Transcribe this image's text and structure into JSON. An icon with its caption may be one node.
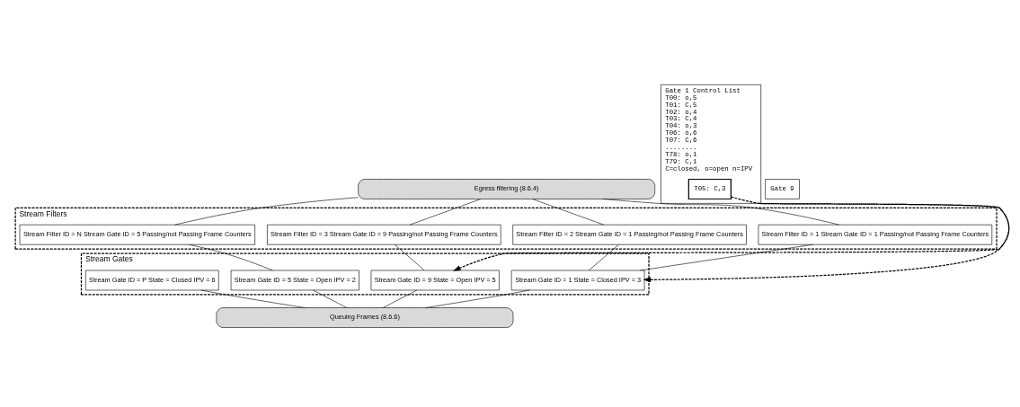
{
  "diagram": {
    "nodes": [
      {
        "text": [
          "Egress filtering (8.6.4)"
        ]
      },
      {
        "text": [
          "Stream Filters"
        ]
      },
      {
        "text": [
          "Stream Filter ID = 1 Stream Gate ID = 1 Passing/not Passing Frame Counters"
        ],
        "in": 1
      },
      {
        "text": [
          "Stream Filter ID = 2 Stream Gate ID = 1 Passing/not Passing Frame Counters"
        ],
        "in": 1
      },
      {
        "text": [
          "Stream Filter ID = 3 Stream Gate ID = 9 Passing/not Passing Frame Counters"
        ],
        "in": 1
      },
      {
        "text": [
          "Stream Filter ID = N Stream Gate ID = 5 Passing/not Passing Frame Counters"
        ],
        "in": 1
      },
      {
        "text": [
          "Stream Gates"
        ]
      },
      {
        "text": [
          "Stream Gate ID = 1 State = Closed IPV = 3"
        ],
        "in": 6
      },
      {
        "text": [
          "Stream Gate ID = 5 State = Open IPV = 2"
        ],
        "in": 6
      },
      {
        "text": [
          "Stream Gate ID = 9 State = Open IPV = 5"
        ],
        "in": 6
      },
      {
        "text": [
          "Stream Gate ID = P State = Closed IPV = 6"
        ],
        "in": 6
      },
      {
        "text": [
          "Queuing Frames (8.6.6)"
        ]
      },
      {
        "text": [
          "Gate 9"
        ]
      },
      {
        "text": [
          "Gate 1 Control List",
          "T00: o,5",
          "T01: C,5",
          "T02: o,4",
          "T03: C,4",
          "T04: o,3",
          "T06: o,6",
          "T07: C,6",
          "........",
          "T78: o,1",
          "T79: C,1",
          "C=closed, o=open n=IPV"
        ]
      },
      {
        "text": [
          "T05: C,3"
        ],
        "in": 13
      }
    ],
    "edges": [
      {
        "from": 0,
        "to": 2,
        "arrow": "none"
      },
      {
        "from": 0,
        "to": 3,
        "arrow": "none"
      },
      {
        "from": 0,
        "to": 4,
        "arrow": "none"
      },
      {
        "from": 0,
        "to": 5,
        "arrow": "none"
      },
      {
        "from": 2,
        "to": 7,
        "arrow": "none"
      },
      {
        "from": 3,
        "to": 7,
        "arrow": "none"
      },
      {
        "from": 4,
        "to": 9,
        "arrow": "none"
      },
      {
        "from": 5,
        "to": 8,
        "arrow": "none"
      },
      {
        "from": 7,
        "to": 11,
        "arrow": "none"
      },
      {
        "from": 8,
        "to": 11,
        "arrow": "none"
      },
      {
        "from": 9,
        "to": 11,
        "arrow": "none"
      },
      {
        "from": 10,
        "to": 11,
        "arrow": "none"
      },
      {
        "from": 14,
        "to": 7,
        "arrow": "to",
        "style": "dashed"
      },
      {
        "from": 13,
        "to": 9,
        "arrow": "to",
        "style": "dashed"
      }
    ]
  }
}
